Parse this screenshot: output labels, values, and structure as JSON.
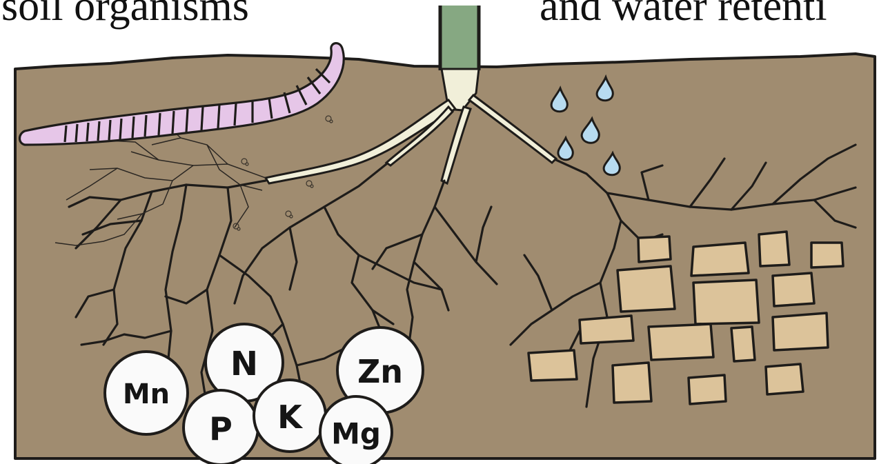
{
  "captions": {
    "left": "soil organisms",
    "right": "and water retenti"
  },
  "nutrients": [
    "Mn",
    "N",
    "Zn",
    "P",
    "K",
    "Mg"
  ],
  "colors": {
    "soil": "#a08c70",
    "stem": "#86a882",
    "root_young": "#f1efd9",
    "worm": "#e6c6e8",
    "water": "#b7dbf0",
    "clod": "#dcc39a",
    "outline": "#1e1c1a"
  }
}
